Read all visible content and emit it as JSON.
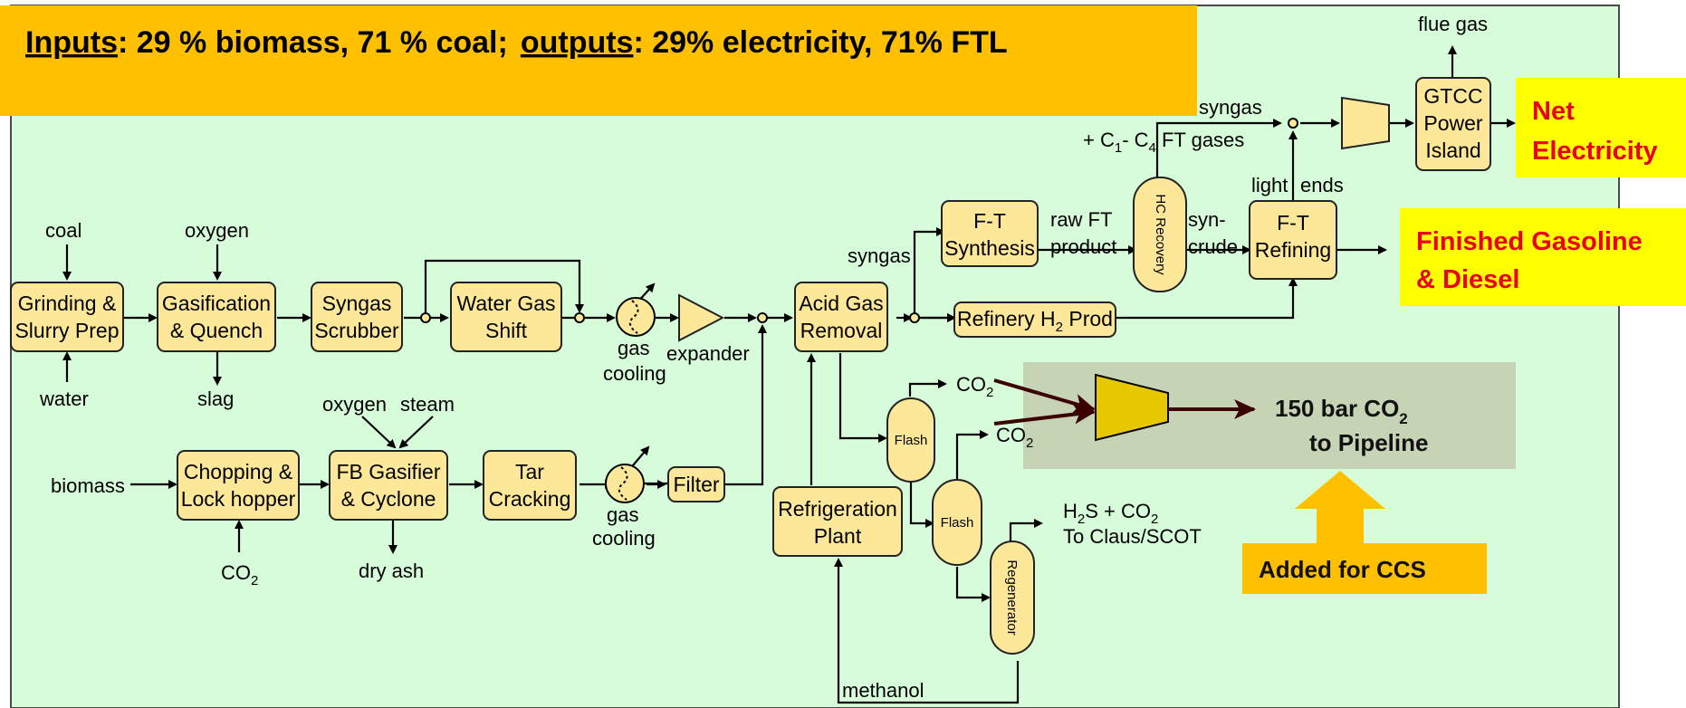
{
  "header": {
    "inputs_word": "Inputs",
    "inputs_rest": ": 29 % biomass, 71 % coal;",
    "outputs_word": "outputs",
    "outputs_rest": ": 29% electricity, 71% FTL"
  },
  "colors": {
    "background_panel": "#d7fcd9",
    "header_bar": "#ffc000",
    "process_box": "#fde89a",
    "output_label_bg": "#ffff00",
    "output_label_text": "#e8001c",
    "ccs_panel": "#c6d3b5",
    "compressor_fill": "#e6c800"
  },
  "blocks": {
    "grinding": [
      "Grinding &",
      "Slurry Prep"
    ],
    "gasification": [
      "Gasification",
      "& Quench"
    ],
    "syngas_scrubber": [
      "Syngas",
      "Scrubber"
    ],
    "water_gas_shift": [
      "Water Gas",
      "Shift"
    ],
    "acid_gas_removal": [
      "Acid Gas",
      "Removal"
    ],
    "ft_synthesis": [
      "F-T",
      "Synthesis"
    ],
    "hc_recovery": "HC Recovery",
    "ft_refining": [
      "F-T",
      "Refining"
    ],
    "refinery_h2": "Refinery H",
    "refinery_h2_sub": "2",
    "refinery_h2_tail": " Prod",
    "gtcc": [
      "GTCC",
      "Power",
      "Island"
    ],
    "chopping": [
      "Chopping &",
      "Lock hopper"
    ],
    "fb_gasifier": [
      "FB Gasifier",
      "& Cyclone"
    ],
    "tar_cracking": [
      "Tar",
      "Cracking"
    ],
    "filter": "Filter",
    "refrigeration": [
      "Refrigeration",
      "Plant"
    ],
    "flash1": "Flash",
    "flash2": "Flash",
    "regenerator": "Regenerator"
  },
  "labels": {
    "coal": "coal",
    "water": "water",
    "oxygen_top": "oxygen",
    "slag": "slag",
    "gas_cooling_1": [
      "gas",
      "cooling"
    ],
    "expander": "expander",
    "syngas_left": "syngas",
    "raw_ft": [
      "raw FT",
      "product"
    ],
    "syn_crude": [
      "syn-",
      "crude"
    ],
    "syngas_top": "syngas",
    "c1c4": [
      "+ C",
      "1",
      "- C",
      "4",
      " FT gases"
    ],
    "light": "light",
    "ends": "ends",
    "flue_gas": "flue gas",
    "biomass": "biomass",
    "co2_bottom": [
      "CO",
      "2"
    ],
    "oxygen_steam": [
      "oxygen",
      "steam"
    ],
    "dry_ash": "dry ash",
    "gas_cooling_2": [
      "gas",
      "cooling"
    ],
    "co2_flash1": [
      "CO",
      "2"
    ],
    "co2_flash2": [
      "CO",
      "2"
    ],
    "h2s": [
      "H",
      "2",
      "S + CO",
      "2"
    ],
    "to_claus": "To Claus/SCOT",
    "methanol": "methanol"
  },
  "outputs": {
    "net_electricity": [
      "Net",
      "Electricity"
    ],
    "gasoline_diesel": [
      "Finished Gasoline",
      "& Diesel"
    ]
  },
  "ccs": {
    "pipeline": [
      "150 bar CO",
      "2",
      "to Pipeline"
    ],
    "added": "Added  for CCS"
  }
}
